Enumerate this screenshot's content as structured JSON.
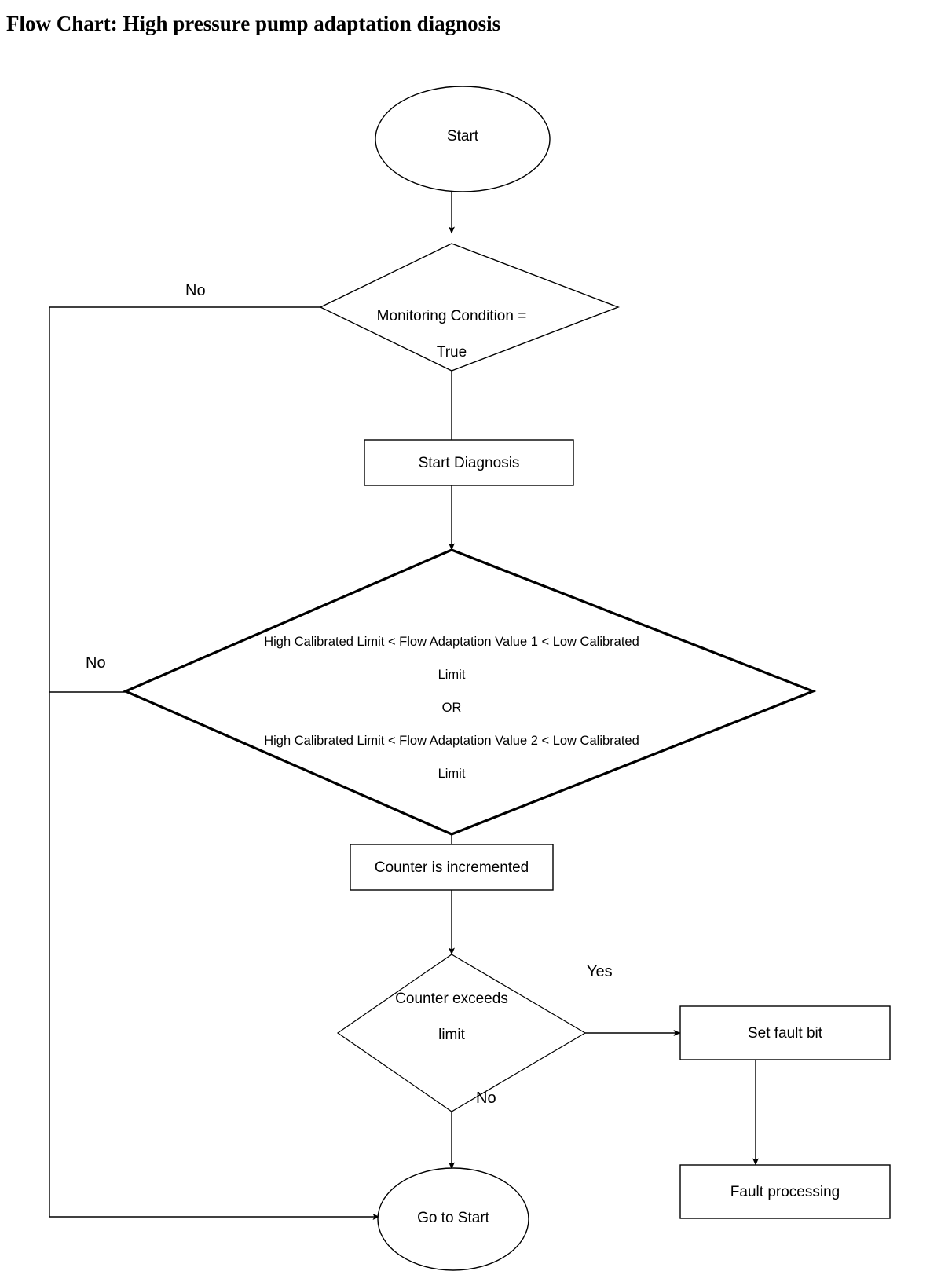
{
  "page": {
    "title": "Flow Chart: High pressure pump adaptation diagnosis",
    "background_color": "#ffffff",
    "stroke_color": "#000000"
  },
  "chart_data": {
    "type": "diagram",
    "diagram_type": "flowchart",
    "title": "Flow Chart: High pressure pump adaptation diagnosis",
    "nodes": [
      {
        "id": "start",
        "shape": "ellipse",
        "label": "Start"
      },
      {
        "id": "monitoring_condition",
        "shape": "diamond",
        "label": "Monitoring Condition =\nTrue"
      },
      {
        "id": "start_diagnosis",
        "shape": "rectangle",
        "label": "Start Diagnosis"
      },
      {
        "id": "limit_check",
        "shape": "diamond",
        "label": "High Calibrated Limit < Flow Adaptation Value 1 < Low Calibrated\nLimit\nOR\nHigh Calibrated Limit < Flow Adaptation Value 2 < Low Calibrated\nLimit"
      },
      {
        "id": "counter_increment",
        "shape": "rectangle",
        "label": "Counter is incremented"
      },
      {
        "id": "counter_exceeds",
        "shape": "diamond",
        "label": "Counter exceeds\nlimit"
      },
      {
        "id": "set_fault_bit",
        "shape": "rectangle",
        "label": "Set fault bit"
      },
      {
        "id": "fault_processing",
        "shape": "rectangle",
        "label": "Fault processing"
      },
      {
        "id": "go_to_start",
        "shape": "ellipse",
        "label": "Go to Start"
      }
    ],
    "edges": [
      {
        "from": "start",
        "to": "monitoring_condition",
        "label": ""
      },
      {
        "from": "monitoring_condition",
        "to": "go_to_start",
        "label": "No"
      },
      {
        "from": "monitoring_condition",
        "to": "start_diagnosis",
        "label": ""
      },
      {
        "from": "start_diagnosis",
        "to": "limit_check",
        "label": ""
      },
      {
        "from": "limit_check",
        "to": "go_to_start",
        "label": "No"
      },
      {
        "from": "limit_check",
        "to": "counter_increment",
        "label": ""
      },
      {
        "from": "counter_increment",
        "to": "counter_exceeds",
        "label": ""
      },
      {
        "from": "counter_exceeds",
        "to": "set_fault_bit",
        "label": "Yes"
      },
      {
        "from": "counter_exceeds",
        "to": "go_to_start",
        "label": "No"
      },
      {
        "from": "set_fault_bit",
        "to": "fault_processing",
        "label": ""
      }
    ]
  },
  "labels": {
    "start": "Start",
    "monitoring_condition_line1": "Monitoring Condition =",
    "monitoring_condition_line2": "True",
    "start_diagnosis": "Start Diagnosis",
    "limit_check_line1": "High Calibrated Limit < Flow Adaptation Value 1 < Low Calibrated",
    "limit_check_line2": "Limit",
    "limit_check_line3": "OR",
    "limit_check_line4": "High Calibrated Limit < Flow Adaptation Value 2 < Low Calibrated",
    "limit_check_line5": "Limit",
    "counter_increment": "Counter is incremented",
    "counter_exceeds_line1": "Counter exceeds",
    "counter_exceeds_line2": "limit",
    "set_fault_bit": "Set fault bit",
    "fault_processing": "Fault processing",
    "go_to_start": "Go to Start"
  },
  "edge_labels": {
    "no_monitoring": "No",
    "no_limit_check": "No",
    "yes_counter": "Yes",
    "no_counter": "No"
  }
}
